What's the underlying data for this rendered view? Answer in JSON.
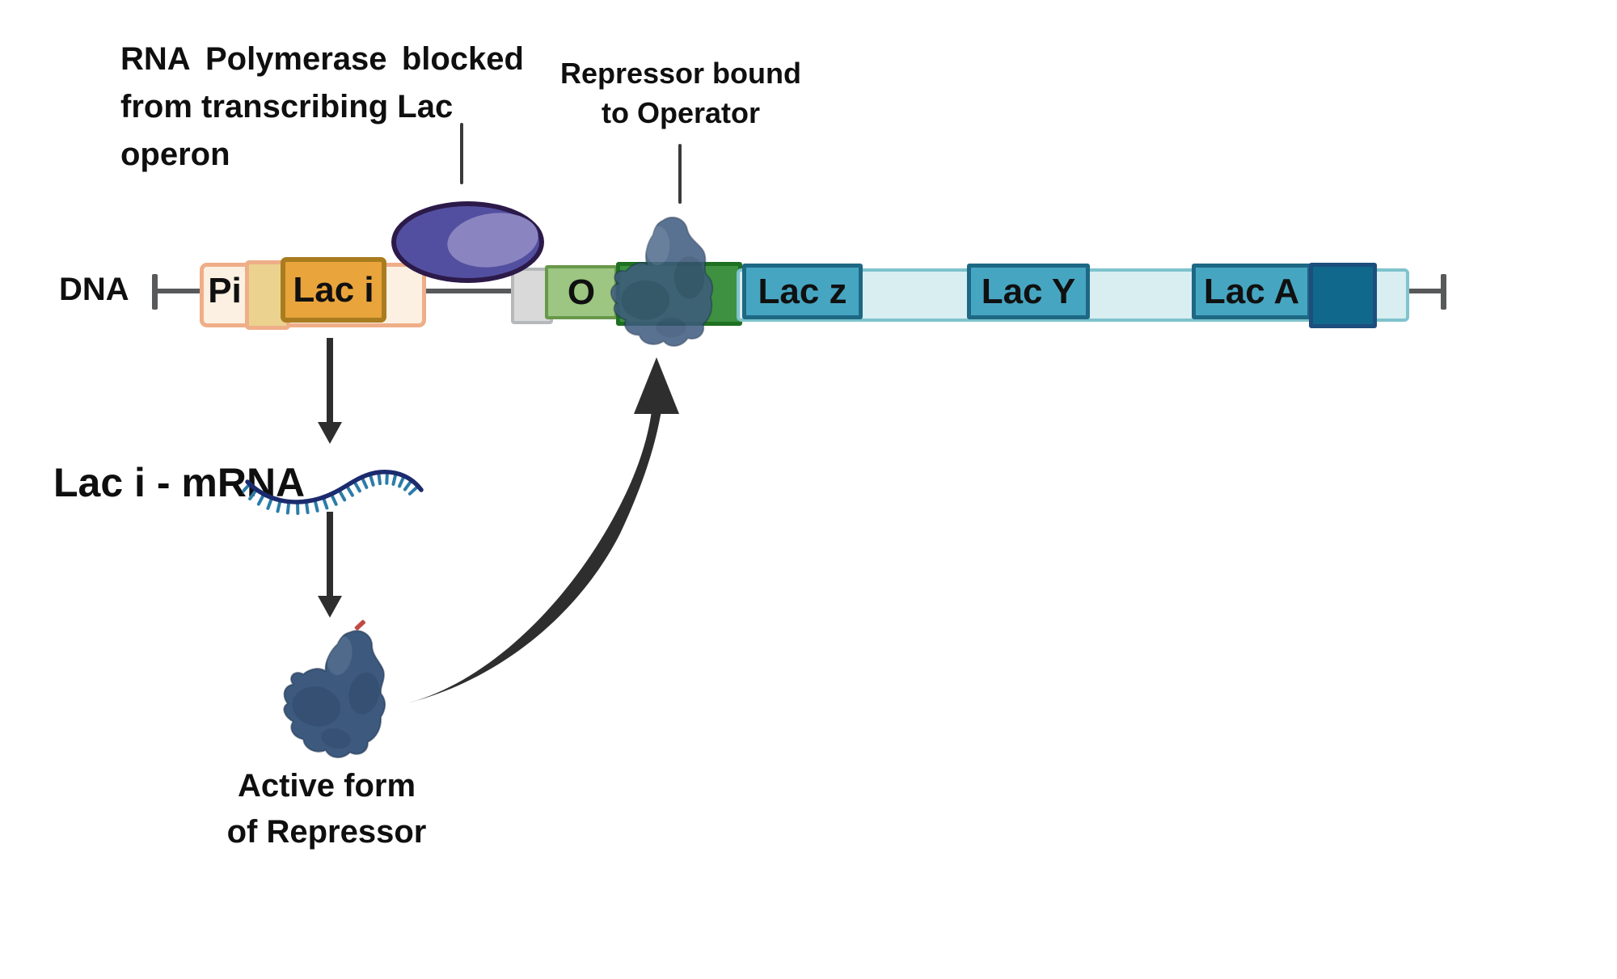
{
  "title": {
    "line1_words": [
      "RNA",
      "Polymerase",
      "blocked"
    ],
    "line2": "from transcribing Lac operon"
  },
  "annotations": {
    "repressor_bound_line1": "Repressor bound",
    "repressor_bound_line2": "to Operator",
    "dna_label": "DNA",
    "mrna_label": "Lac i - mRNA",
    "active_repressor_line1": "Active form",
    "active_repressor_line2": "of Repressor"
  },
  "dna_elements": {
    "promoter_i": {
      "label": "Pi"
    },
    "lac_i": {
      "label": "Lac i"
    },
    "operator": {
      "label": "O"
    },
    "lac_z": {
      "label": "Lac z"
    },
    "lac_y": {
      "label": "Lac Y"
    },
    "lac_a": {
      "label": "Lac A"
    }
  },
  "colors": {
    "dna_line": "#58595B",
    "cream": "#FBF0E1",
    "peach_border": "#EFAE88",
    "tan": "#EBD28F",
    "amber": "#E9A43C",
    "amber_border": "#A87C1F",
    "gray_box": "#D9D9D9",
    "gray_border": "#B6B9BB",
    "operator_green": "#9CC681",
    "operator_border": "#68984A",
    "green_dark": "#3D9140",
    "green_dark_border": "#1F7022",
    "cyan_bar": "#D8EEF1",
    "cyan_bar_border": "#7FC3CD",
    "teal": "#46A6C2",
    "teal_border": "#1D6884",
    "navy_teal": "#10688C",
    "navy_teal_border": "#1D4E7D",
    "polymerase": "#534FA0",
    "polymerase_hi": "#8A84C0",
    "polymerase_border": "#2C1A4A",
    "repressor": "#3D5A7E",
    "mrna_line": "#1B2B6E",
    "mrna_tick": "#2B7CA9",
    "arrow": "#2E2E2E",
    "red_tip": "#C14B44"
  }
}
